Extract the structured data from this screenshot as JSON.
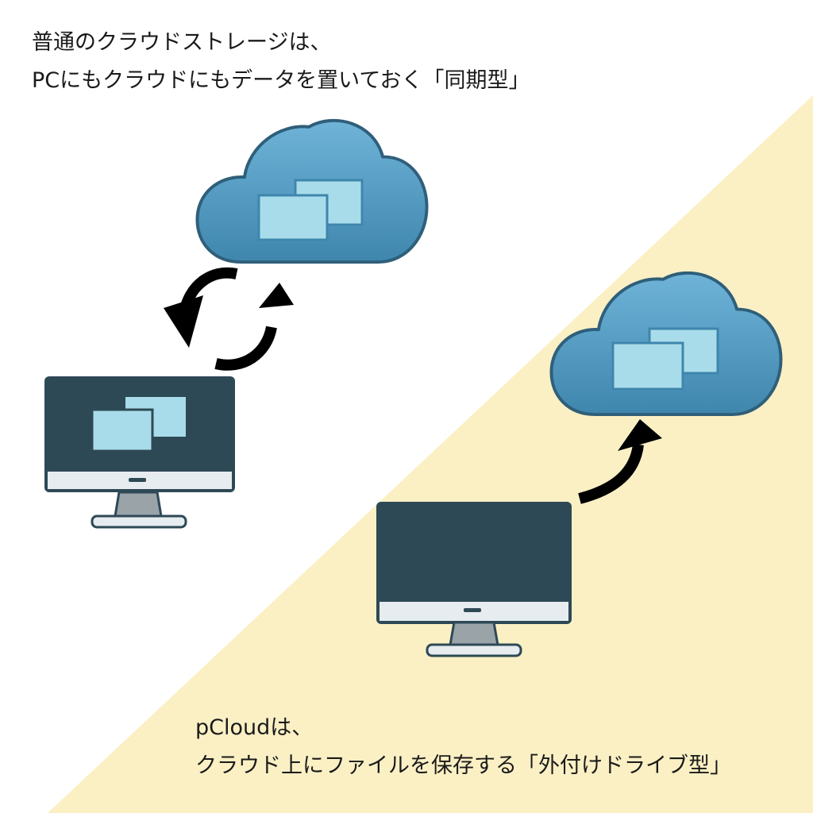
{
  "captions": {
    "sync_type": {
      "line1": "普通のクラウドストレージは、",
      "line2": "PCにもクラウドにもデータを置いておく「同期型」"
    },
    "external_drive_type": {
      "line1": "pCloudは、",
      "line2": "クラウド上にファイルを保存する「外付けドライブ型」"
    }
  },
  "colors": {
    "background_white": "#ffffff",
    "background_cream": "#fbf0c4",
    "cloud_top": "#6fb3d8",
    "cloud_bottom": "#3f86ad",
    "cloud_outline": "#2f5f7a",
    "file_icon": "#a9dcea",
    "monitor_dark": "#2e4956",
    "monitor_chin": "#e6ecef",
    "arrow": "#000000"
  },
  "icons": {
    "cloud": "cloud-with-files-icon",
    "computer": "desktop-monitor-icon",
    "sync": "sync-arrows-icon",
    "upload": "curved-up-arrow-icon"
  }
}
